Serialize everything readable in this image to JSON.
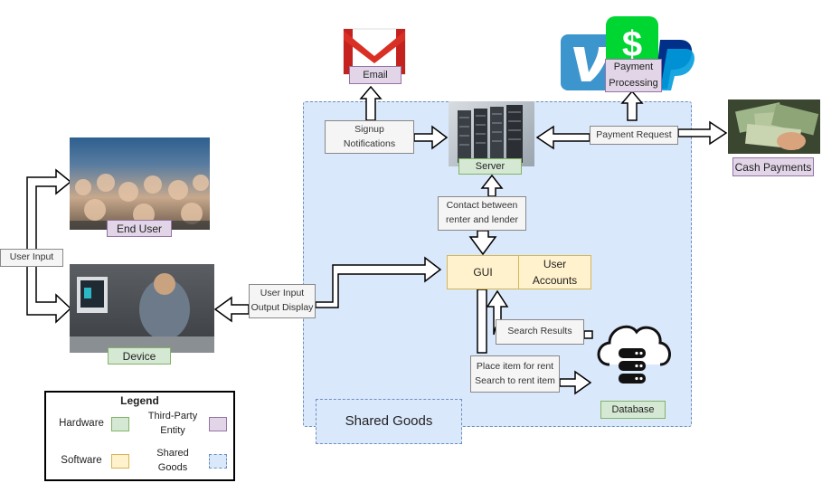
{
  "nodes": {
    "email": "Email",
    "payment_processing": "Payment\nProcessing",
    "server": "Server",
    "cash_payments": "Cash Payments",
    "end_user": "End User",
    "device": "Device",
    "gui": "GUI",
    "user_accounts": "User\nAccounts",
    "database": "Database",
    "shared_goods": "Shared Goods"
  },
  "edges": {
    "signup_notifications": "Signup\nNotifications",
    "payment_request": "Payment Request",
    "contact": "Contact between\nrenter and lender",
    "user_input_left": "User Input",
    "user_input_output": "User Input\nOutput Display",
    "search_results": "Search Results",
    "place_search": "Place item for rent\nSearch to rent item"
  },
  "legend": {
    "title": "Legend",
    "hardware": "Hardware",
    "third_party": "Third-Party\nEntity",
    "software": "Software",
    "shared_goods": "Shared\nGoods"
  },
  "colors": {
    "hardware": "#d5e8d4",
    "third_party": "#e1d5e7",
    "software": "#fff2cc",
    "shared_goods": "#dae8fc"
  },
  "icons": [
    "gmail-icon",
    "venmo-icon",
    "cash-app-icon",
    "paypal-icon",
    "cloud-database-icon",
    "server-rack-image",
    "cash-image",
    "crowd-image",
    "device-image"
  ]
}
